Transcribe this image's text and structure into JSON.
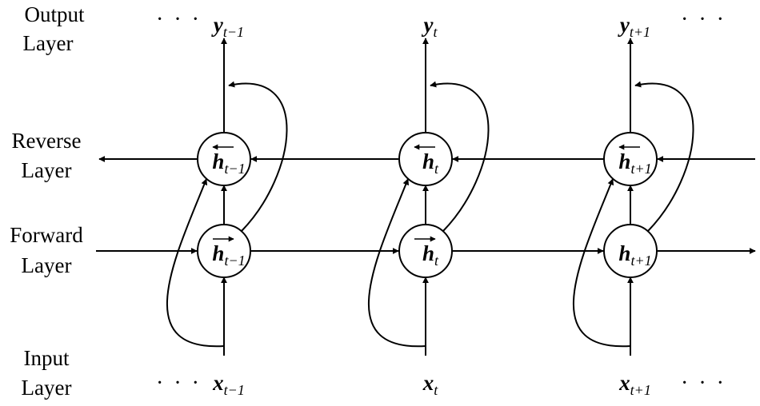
{
  "layers": {
    "output": [
      "Output",
      "Layer"
    ],
    "reverse": [
      "Reverse",
      "Layer"
    ],
    "forward": [
      "Forward",
      "Layer"
    ],
    "input": [
      "Input",
      "Layer"
    ]
  },
  "ellipsis": "· · ·",
  "timesteps": [
    {
      "y": {
        "base": "y",
        "sub": "t−1"
      },
      "rev": {
        "base": "h",
        "sub": "t−1",
        "accent": "left-arrow"
      },
      "fwd": {
        "base": "h",
        "sub": "t−1",
        "accent": "right-arrow"
      },
      "x": {
        "base": "x",
        "sub": "t−1"
      }
    },
    {
      "y": {
        "base": "y",
        "sub": "t"
      },
      "rev": {
        "base": "h",
        "sub": "t",
        "accent": "left-arrow"
      },
      "fwd": {
        "base": "h",
        "sub": "t",
        "accent": "right-arrow"
      },
      "x": {
        "base": "x",
        "sub": "t"
      }
    },
    {
      "y": {
        "base": "y",
        "sub": "t+1"
      },
      "rev": {
        "base": "h",
        "sub": "t+1",
        "accent": "left-arrow"
      },
      "fwd": {
        "base": "h",
        "sub": "t+1",
        "accent": "none"
      },
      "x": {
        "base": "x",
        "sub": "t+1"
      }
    }
  ]
}
